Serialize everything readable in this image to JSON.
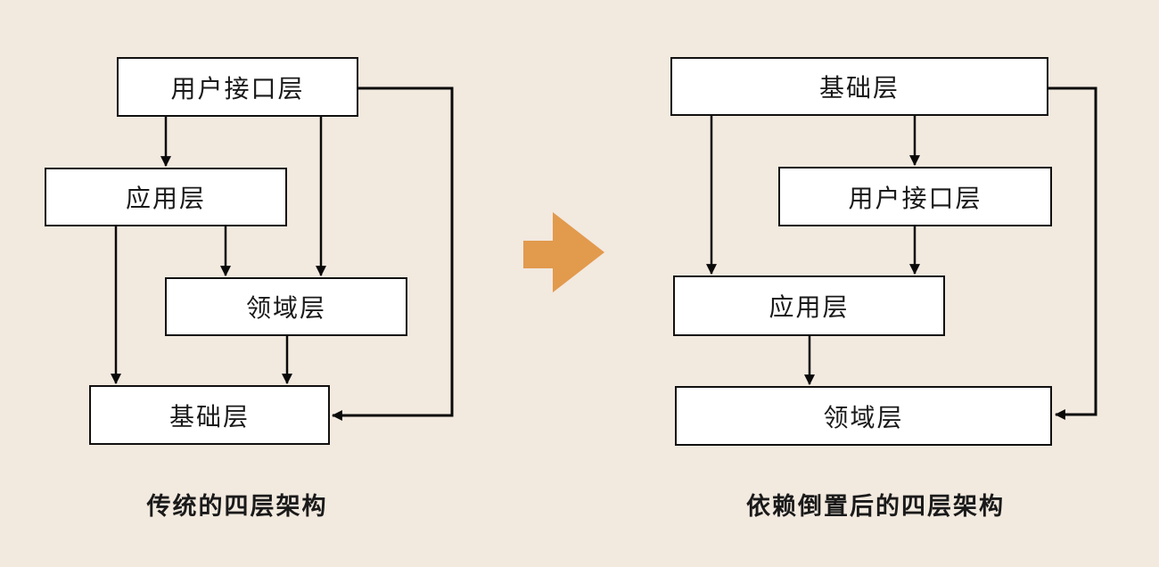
{
  "colors": {
    "background": "#F2E9DF",
    "accent": "#E29A4D",
    "line": "#0a0a0a",
    "box_fill": "#ffffff",
    "box_border": "#111111"
  },
  "icons": {
    "transform_arrow_icon": "right-arrow"
  },
  "left_diagram": {
    "caption": "传统的四层架构",
    "nodes": [
      {
        "id": "ui",
        "label": "用户接口层"
      },
      {
        "id": "application",
        "label": "应用层"
      },
      {
        "id": "domain",
        "label": "领域层"
      },
      {
        "id": "infrastructure",
        "label": "基础层"
      }
    ],
    "edges": [
      {
        "from": "用户接口层",
        "to": "应用层"
      },
      {
        "from": "用户接口层",
        "to": "领域层"
      },
      {
        "from": "应用层",
        "to": "领域层"
      },
      {
        "from": "应用层",
        "to": "基础层"
      },
      {
        "from": "领域层",
        "to": "基础层"
      },
      {
        "from": "用户接口层",
        "to": "基础层",
        "route": "right-loop"
      }
    ]
  },
  "right_diagram": {
    "caption": "依赖倒置后的四层架构",
    "nodes": [
      {
        "id": "infrastructure",
        "label": "基础层"
      },
      {
        "id": "ui",
        "label": "用户接口层"
      },
      {
        "id": "application",
        "label": "应用层"
      },
      {
        "id": "domain",
        "label": "领域层"
      }
    ],
    "edges": [
      {
        "from": "基础层",
        "to": "用户接口层"
      },
      {
        "from": "基础层",
        "to": "应用层"
      },
      {
        "from": "用户接口层",
        "to": "应用层"
      },
      {
        "from": "应用层",
        "to": "领域层"
      },
      {
        "from": "基础层",
        "to": "领域层",
        "route": "right-loop"
      }
    ]
  }
}
